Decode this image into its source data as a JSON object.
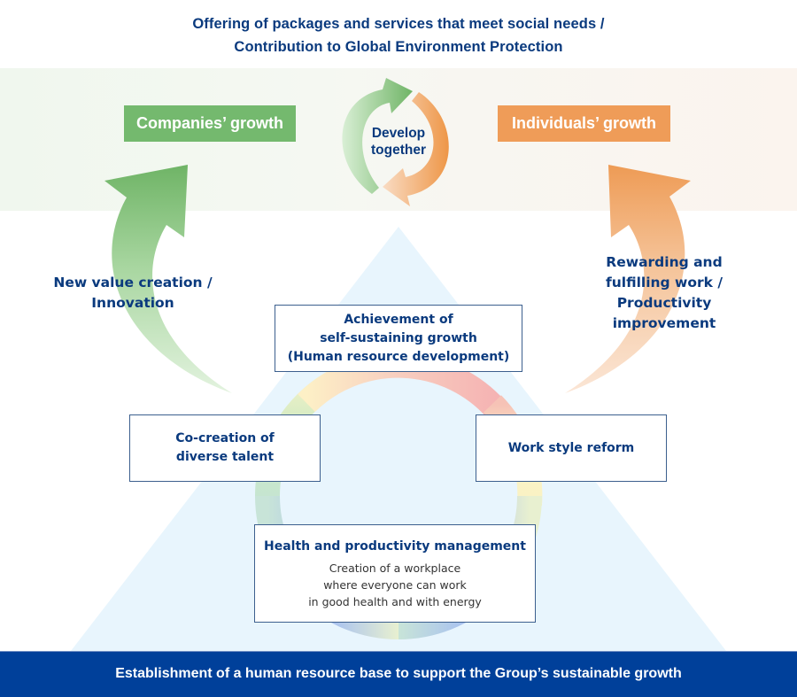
{
  "header": {
    "line1": "Offering of packages and services that meet social needs /",
    "line2": "Contribution to Global Environment Protection"
  },
  "growth": {
    "companies": "Companies’ growth",
    "individuals": "Individuals’ growth"
  },
  "center_cycle": {
    "line1": "Develop",
    "line2": "together"
  },
  "arrows": {
    "left": {
      "line1": "New value creation /",
      "line2": "Innovation"
    },
    "right": {
      "line1": "Rewarding and",
      "line2": "fulfilling work /",
      "line3": "Productivity",
      "line4": "improvement"
    }
  },
  "pillars": {
    "top": {
      "line1": "Achievement of",
      "line2": "self-sustaining growth",
      "line3": "(Human resource development)"
    },
    "left": {
      "line1": "Co-creation of",
      "line2": "diverse talent"
    },
    "right": {
      "line1": "Work style reform"
    },
    "bottom": {
      "title": "Health and productivity management",
      "line1": "Creation of a workplace",
      "line2": "where everyone can work",
      "line3": "in good health and with energy"
    }
  },
  "footer": {
    "banner": "Establishment of a human resource base to support the Group’s sustainable growth"
  },
  "colors": {
    "navy_text": "#0a3a7e",
    "companies_green": "#74b96e",
    "individuals_orange": "#ef9c58",
    "banner_blue": "#00409a",
    "triangle_fill": "#e8f5fd"
  }
}
